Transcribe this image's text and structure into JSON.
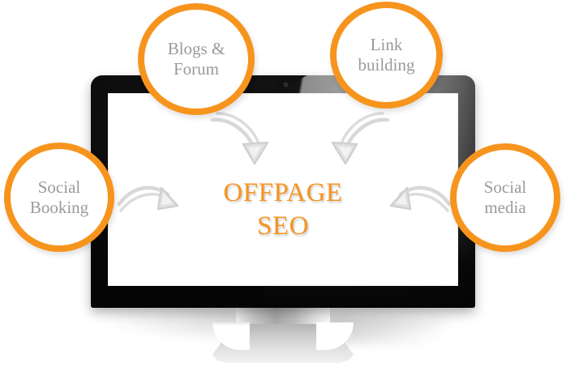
{
  "graphic": {
    "title": "Off-page SEO infographic on a desktop monitor",
    "accent_color": "#F7941E",
    "label_color": "#9a9a9a",
    "background_color": "#ffffff"
  },
  "center": {
    "line1": "OFFPAGE",
    "line2": "SEO"
  },
  "bubbles": [
    {
      "id": "blogs-forum",
      "line1": "Blogs &",
      "line2": "Forum"
    },
    {
      "id": "link-building",
      "line1": "Link",
      "line2": "building"
    },
    {
      "id": "social-booking",
      "line1": "Social",
      "line2": "Booking"
    },
    {
      "id": "social-media",
      "line1": "Social",
      "line2": "media"
    }
  ],
  "arrows": [
    {
      "id": "arrow-from-blogs-forum",
      "direction": "down-right"
    },
    {
      "id": "arrow-from-link-building",
      "direction": "down-left"
    },
    {
      "id": "arrow-from-social-booking",
      "direction": "right"
    },
    {
      "id": "arrow-from-social-media",
      "direction": "left"
    }
  ],
  "device": {
    "type": "desktop-monitor",
    "bezel_color_left": "#111111",
    "bezel_color_right": "#939393",
    "screen_color": "#ffffff",
    "stand_color": "#cfcfcf"
  }
}
